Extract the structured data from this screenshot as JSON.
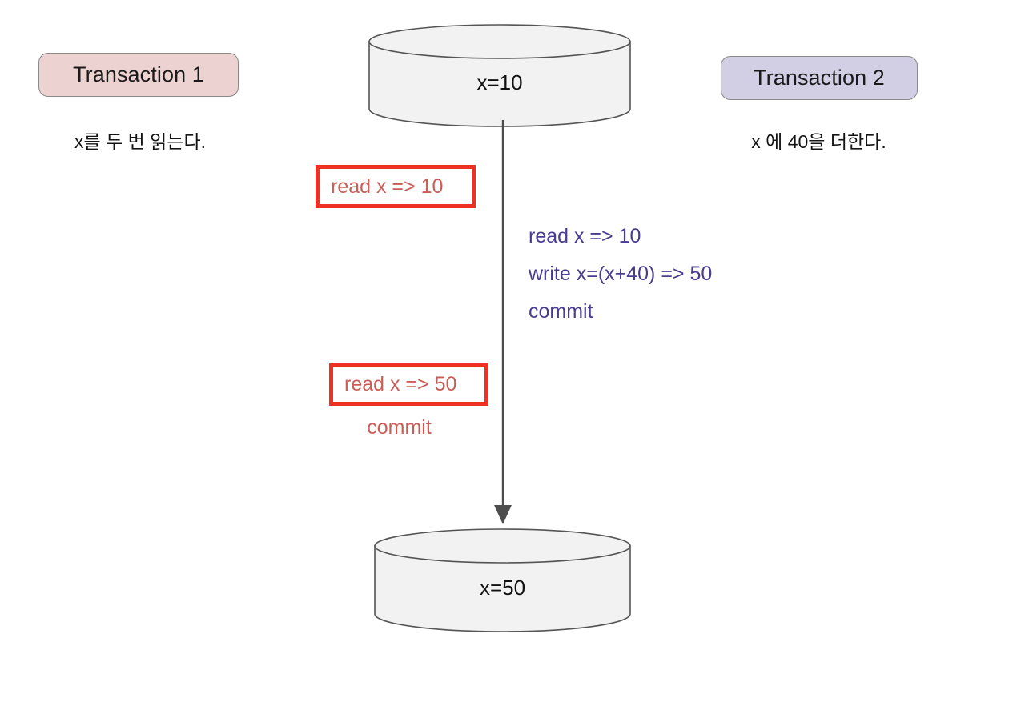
{
  "diagram": {
    "title": "Non-repeatable read transaction timeline",
    "background_color": "#ffffff"
  },
  "transaction1": {
    "badge_label": "Transaction 1",
    "badge_fill": "#edd2d2",
    "badge_border": "#8a8a8a",
    "subtitle": "x를 두 번 읽는다.",
    "accent_color": "#ef3124",
    "text_color": "#cb5d58",
    "operations": [
      {
        "name": "read-1",
        "label": "read x => 10",
        "boxed": true
      },
      {
        "name": "read-2",
        "label": "read x => 50",
        "boxed": true
      },
      {
        "name": "commit",
        "label": "commit",
        "boxed": false
      }
    ]
  },
  "transaction2": {
    "badge_label": "Transaction 2",
    "badge_fill": "#d2cee4",
    "badge_border": "#8a8a8a",
    "subtitle": "x 에 40을 더한다.",
    "text_color": "#4a3c8f",
    "operations": [
      {
        "name": "read",
        "label": "read x => 10"
      },
      {
        "name": "write",
        "label": "write x=(x+40) => 50"
      },
      {
        "name": "commit",
        "label": "commit"
      }
    ]
  },
  "database": {
    "fill": "#f2f2f2",
    "stroke": "#555555",
    "top": {
      "name": "db-state-initial",
      "label": "x=10"
    },
    "bottom": {
      "name": "db-state-final",
      "label": "x=50"
    }
  },
  "arrow": {
    "name": "timeline-arrow",
    "color": "#4d4d4d",
    "direction": "down"
  }
}
